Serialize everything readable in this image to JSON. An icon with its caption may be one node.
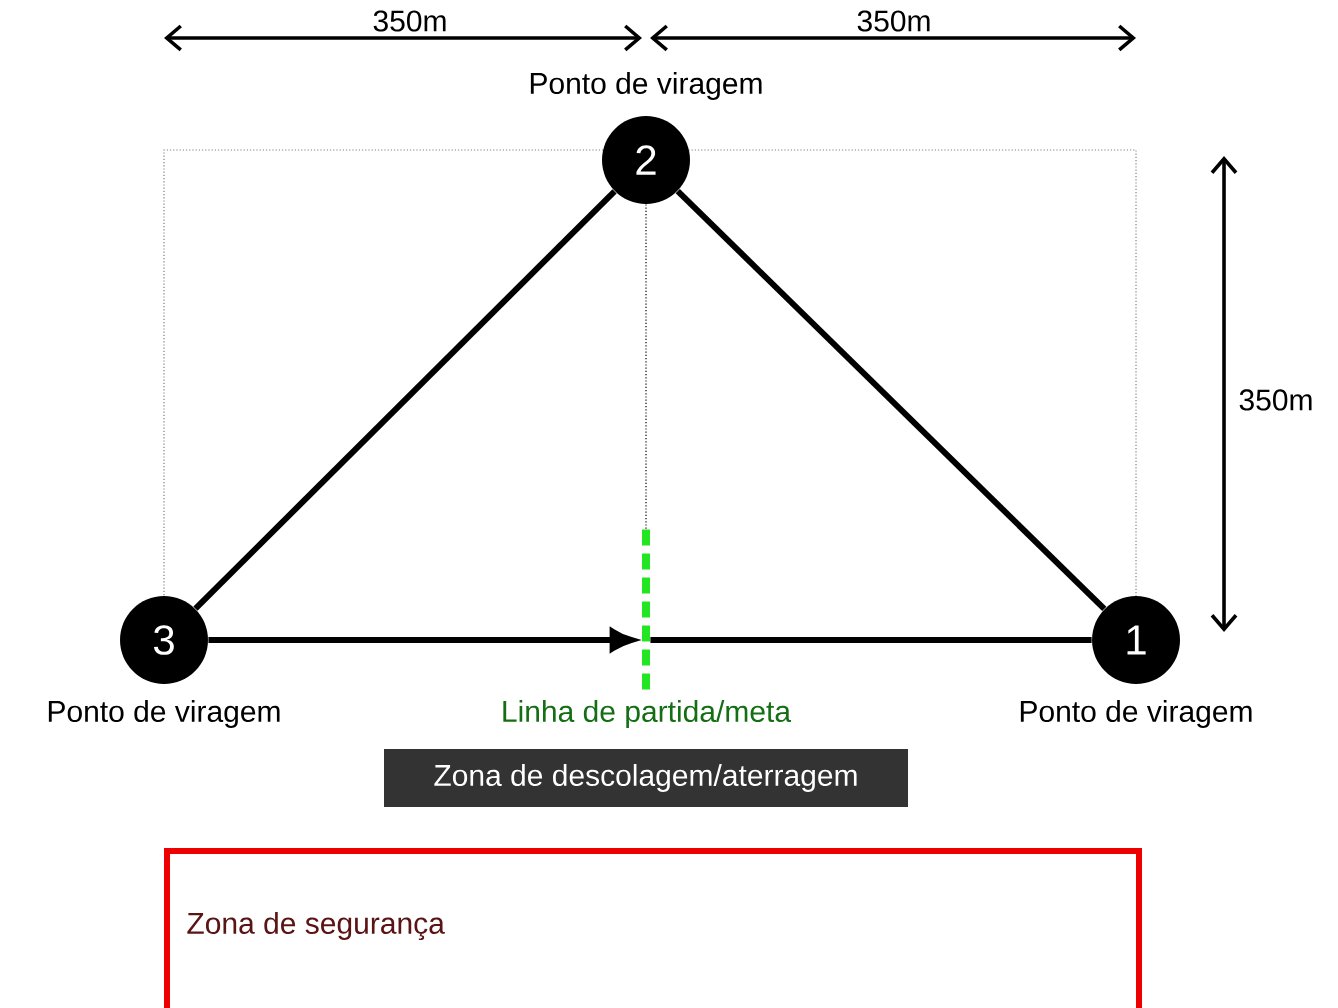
{
  "diagram": {
    "nodes": [
      {
        "text": [
          "2"
        ],
        "beside": [
          "Ponto de viragem"
        ]
      },
      {
        "text": [
          "3"
        ],
        "beside": [
          "Ponto de viragem"
        ]
      },
      {
        "text": [
          "1"
        ],
        "beside": [
          "Ponto de viragem"
        ]
      },
      {
        "text": [
          "Zona de descolagem/aterragem"
        ]
      },
      {
        "text": [
          "Zona de segurança"
        ]
      },
      {
        "text": [],
        "shape": "bar",
        "beside": [
          "Linha de partida/meta"
        ]
      }
    ],
    "edges": [
      {
        "from": 1,
        "to": 0,
        "arrow": "none"
      },
      {
        "from": 0,
        "to": 2,
        "arrow": "none"
      },
      {
        "from": 1,
        "to": 5,
        "arrow": "to"
      },
      {
        "from": 5,
        "to": 2,
        "arrow": "none"
      },
      {
        "from": 0,
        "to": 5,
        "arrow": "none",
        "style": "dashed"
      }
    ],
    "labels": [
      "350m",
      "350m",
      "350m"
    ]
  }
}
